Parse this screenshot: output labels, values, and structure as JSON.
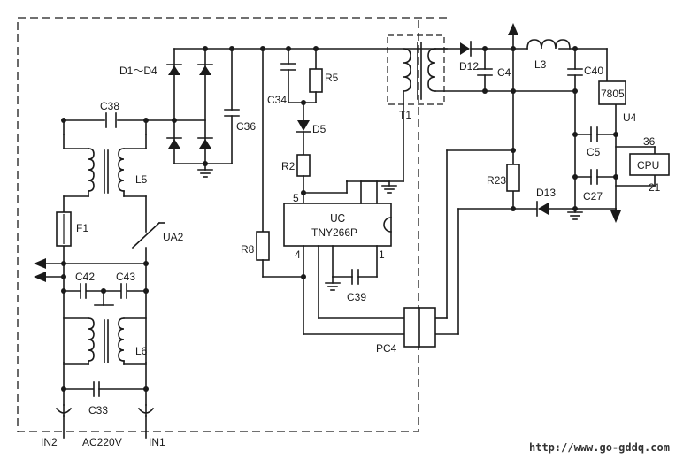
{
  "labels": {
    "d1_d4": "D1～D4",
    "c38": "C38",
    "c36": "C36",
    "l5": "L5",
    "f1": "F1",
    "ua2": "UA2",
    "c42": "C42",
    "c43": "C43",
    "l6": "L6",
    "c33": "C33",
    "in2": "IN2",
    "ac": "AC220V",
    "in1": "IN1",
    "c34": "C34",
    "r5": "R5",
    "d5": "D5",
    "r2": "R2",
    "pin5": "5",
    "ic_logo": "ꓴᏟ",
    "ic_name": "TNY266P",
    "pin4": "4",
    "pin1": "1",
    "r8": "R8",
    "c39": "C39",
    "t1": "T1",
    "d12": "D12",
    "c4": "C4",
    "l3": "L3",
    "c40": "C40",
    "reg": "7805",
    "u4": "U4",
    "c5": "C5",
    "pin36": "36",
    "cpu": "CPU",
    "pin21": "21",
    "r23": "R23",
    "d13": "D13",
    "c27": "C27",
    "pc4": "PC4",
    "url": "http://www.go-gddq.com"
  }
}
